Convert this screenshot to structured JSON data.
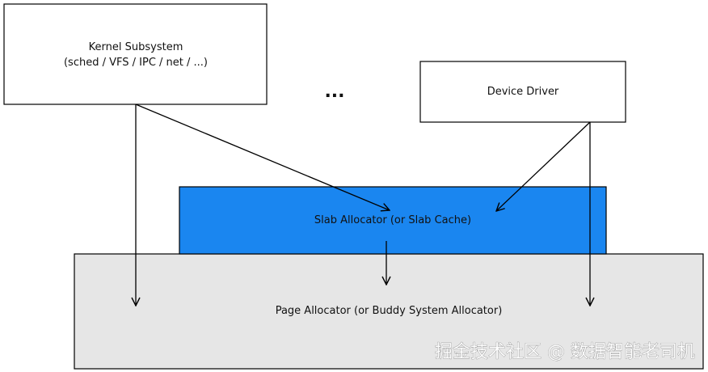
{
  "boxes": {
    "kernel_subsystem": {
      "line1": "Kernel Subsystem",
      "line2": "(sched / VFS / IPC / net / ...)"
    },
    "ellipsis": "...",
    "device_driver": "Device Driver",
    "slab_allocator": "Slab Allocator (or Slab Cache)",
    "page_allocator": "Page Allocator (or Buddy System Allocator)"
  },
  "watermark": "掘金技术社区 @ 数据智能老司机",
  "colors": {
    "slab_fill": "#1a86f0",
    "page_fill": "#e6e6e6",
    "box_fill": "#ffffff",
    "stroke": "#000000"
  }
}
